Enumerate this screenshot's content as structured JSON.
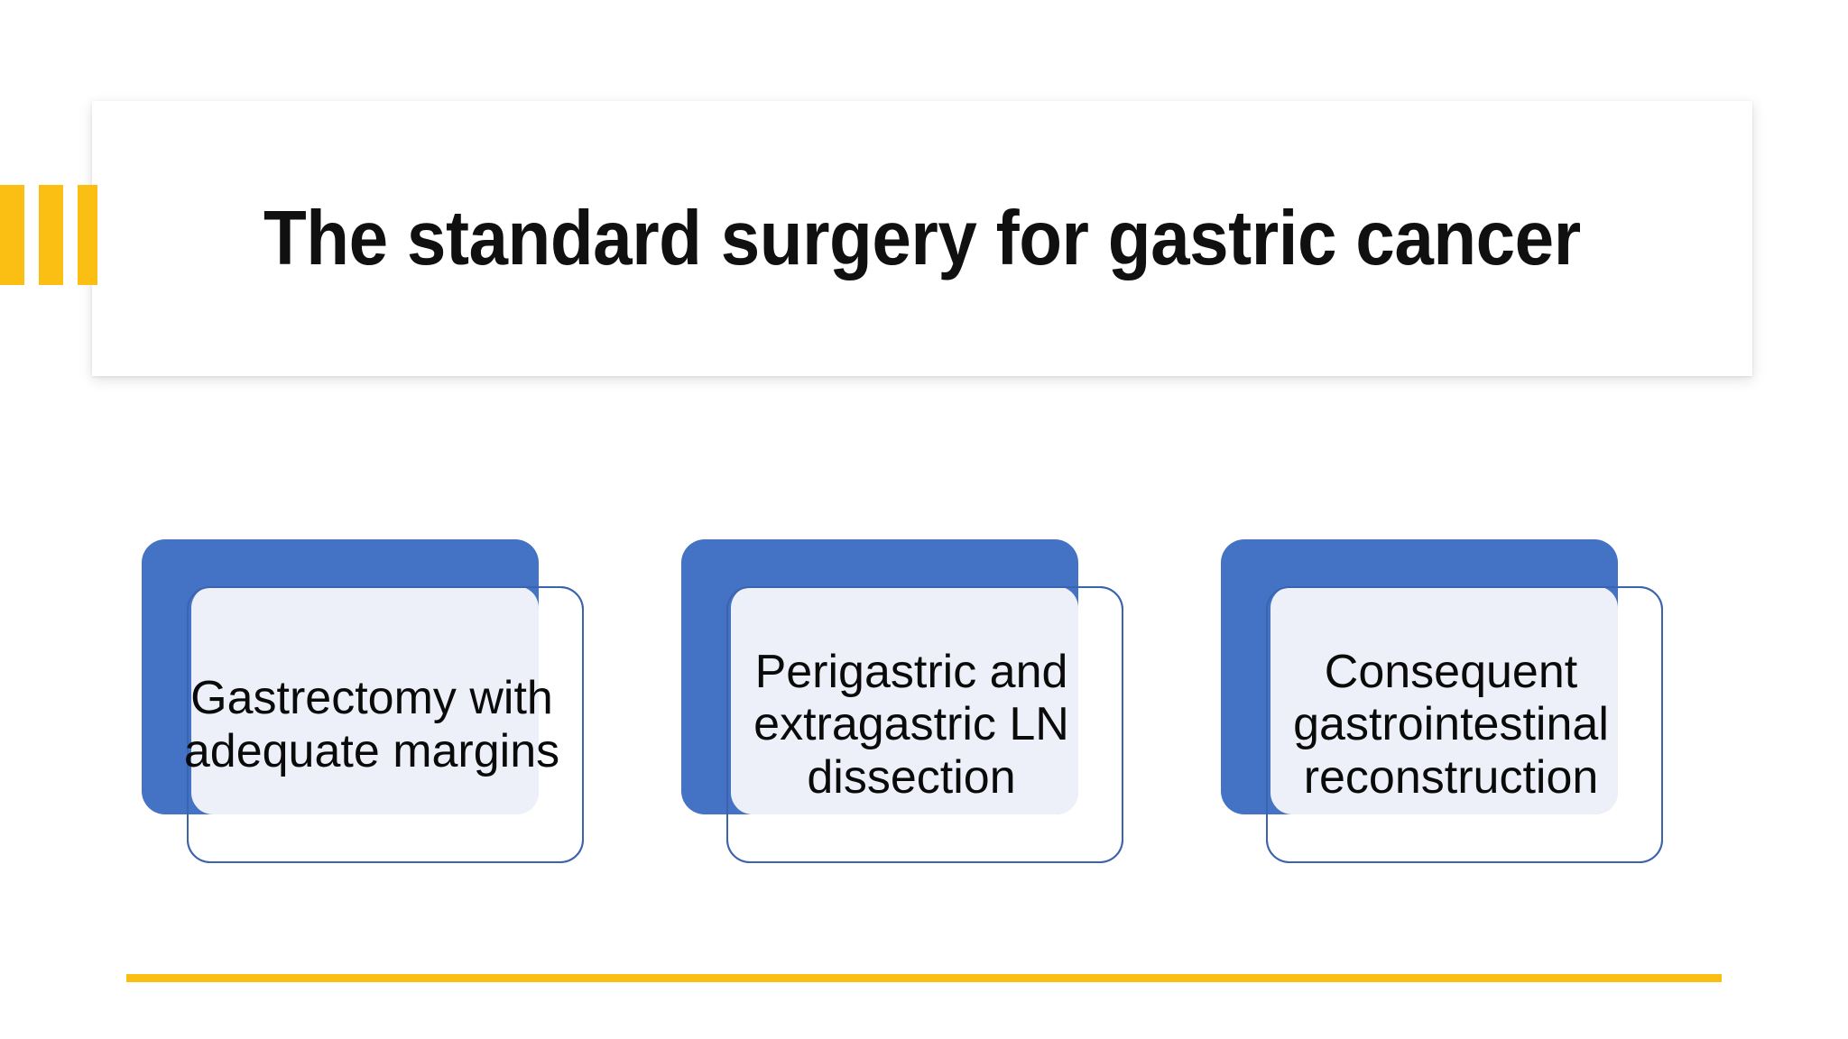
{
  "slide": {
    "title": "The standard surgery for gastric cancer",
    "accent_color": "#FBBF13",
    "card_blue": "#4472C4",
    "card_outline": "#3C64AE",
    "card_fill": "#EDF0F8",
    "background": "#FFFFFF"
  },
  "decor": {
    "accent_bars": [
      "bar-1",
      "bar-2",
      "bar-3"
    ],
    "bottom_rule_color": "#FBBF13"
  },
  "cards": [
    {
      "id": "gastrectomy-margins",
      "label": "Gastrectomy with adequate margins"
    },
    {
      "id": "ln-dissection",
      "label": "Perigastric and extragastric LN dissection"
    },
    {
      "id": "gi-reconstruction",
      "label": "Consequent gastrointestinal reconstruction"
    }
  ]
}
